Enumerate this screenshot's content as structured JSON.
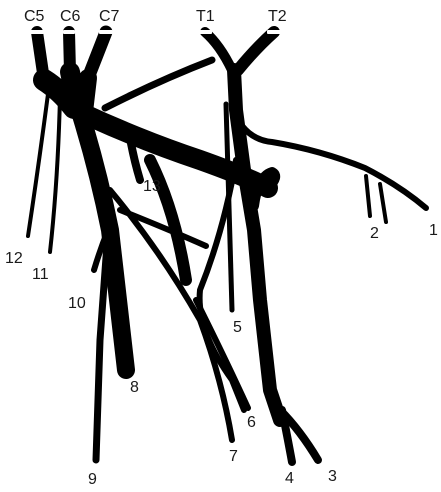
{
  "roots": {
    "c5": "C5",
    "c6": "C6",
    "c7": "C7",
    "t1": "T1",
    "t2": "T2"
  },
  "branches": {
    "b1": "1",
    "b2": "2",
    "b3": "3",
    "b4": "4",
    "b5": "5",
    "b6": "6",
    "b7": "7",
    "b8": "8",
    "b9": "9",
    "b10": "10",
    "b11": "11",
    "b12": "12",
    "b13": "13"
  },
  "colors": {
    "ink": "#000000",
    "background": "#ffffff",
    "label": "#1a1a1a"
  }
}
